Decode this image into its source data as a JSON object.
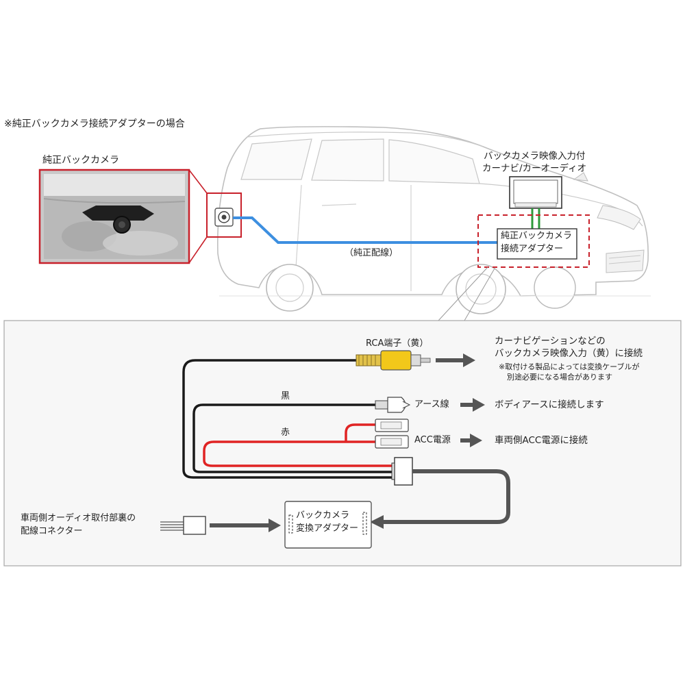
{
  "header": {
    "note": "※純正バックカメラ接続アダプターの場合"
  },
  "car_scene": {
    "camera_label": "純正バックカメラ",
    "navi_label_line1": "バックカメラ映像入力付",
    "navi_label_line2": "カーナビ/カーオーディオ",
    "adapter_label_line1": "純正バックカメラ",
    "adapter_label_line2": "接続アダプター",
    "wiring_label": "（純正配線）"
  },
  "wiring_detail": {
    "rca_label": "RCA端子（黄）",
    "rca_target_line1": "カーナビゲーションなどの",
    "rca_target_line2": "バックカメラ映像入力（黄）に接続",
    "rca_note_line1": "※取付ける製品によっては変換ケーブルが",
    "rca_note_line2": "別途必要になる場合があります",
    "black_label": "黒",
    "ground_label": "アース線",
    "ground_target": "ボディアースに接続します",
    "red_label": "赤",
    "acc_label": "ACC電源",
    "acc_target": "車両側ACC電源に接続",
    "vehicle_connector_line1": "車両側オーディオ取付部裏の",
    "vehicle_connector_line2": "配線コネクター",
    "converter_line1": "バックカメラ",
    "converter_line2": "変換アダプター"
  },
  "colors": {
    "frame_red": "#c8202a",
    "wire_blue": "#3d8fe0",
    "wire_green": "#2d9a3a",
    "wire_black": "#1a1a1a",
    "wire_red": "#e02424",
    "rca_yellow": "#f2c81a",
    "arrow_gray": "#555555",
    "panel_bg": "#f7f7f7"
  }
}
